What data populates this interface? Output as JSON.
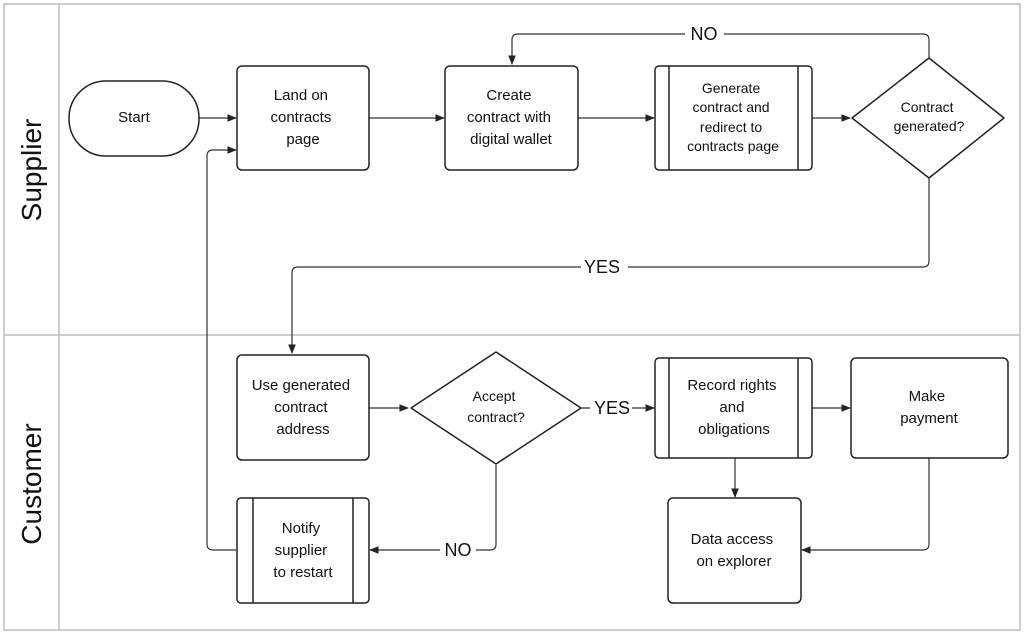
{
  "lanes": {
    "supplier": "Supplier",
    "customer": "Customer"
  },
  "nodes": {
    "start": [
      "Start"
    ],
    "land": [
      "Land on",
      "contracts",
      "page"
    ],
    "create": [
      "Create",
      "contract with",
      "digital wallet"
    ],
    "generate": [
      "Generate",
      "contract and",
      "redirect to",
      "contracts page"
    ],
    "generated_q": [
      "Contract",
      "generated?"
    ],
    "use": [
      "Use generated",
      "contract",
      "address"
    ],
    "accept_q": [
      "Accept",
      "contract?"
    ],
    "record": [
      "Record rights",
      "and",
      "obligations"
    ],
    "payment": [
      "Make",
      "payment"
    ],
    "notify": [
      "Notify",
      "supplier",
      "to restart"
    ],
    "explorer": [
      "Data access",
      "on explorer"
    ]
  },
  "edge_labels": {
    "no_top": "NO",
    "yes_mid": "YES",
    "yes_right": "YES",
    "no_bottom": "NO"
  }
}
